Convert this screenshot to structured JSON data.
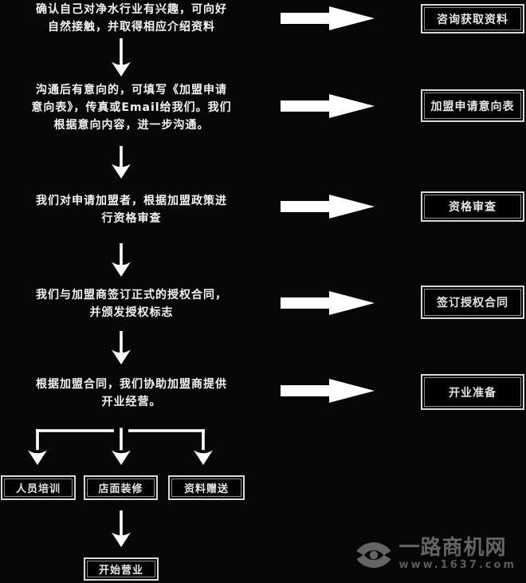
{
  "flow": {
    "steps": [
      {
        "description_lines": [
          "确认自己对净水行业有兴趣，可向好",
          "自然接触，并取得相应介绍资料"
        ],
        "result_label": "咨询获取资料"
      },
      {
        "description_lines": [
          "沟通后有意向的，可填写《加盟申请",
          "意向表》，传真或Email给我们。我们",
          "根据意向内容，进一步沟通。"
        ],
        "result_label": "加盟申请意向表"
      },
      {
        "description_lines": [
          "我们对申请加盟者，根据加盟政策进",
          "行资格审查"
        ],
        "result_label": "资格审查"
      },
      {
        "description_lines": [
          "我们与加盟商签订正式的授权合同，",
          "并颁发授权标志"
        ],
        "result_label": "签订授权合同"
      },
      {
        "description_lines": [
          "根据加盟合同，我们协助加盟商提供",
          "开业经营。"
        ],
        "result_label": "开业准备"
      }
    ],
    "branches": [
      "人员培训",
      "店面装修",
      "资料赠送"
    ],
    "final_step": "开始营业"
  },
  "watermark": {
    "site_name": "一路商机网",
    "site_url": "www.1637.com"
  },
  "colors": {
    "background": "#060606",
    "text": "#f5f5f5",
    "arrow": "#ffffff",
    "box_border_outer": "#d9d9d9",
    "box_border_inner": "#8f8f8f",
    "watermark_gray": "#646464"
  }
}
